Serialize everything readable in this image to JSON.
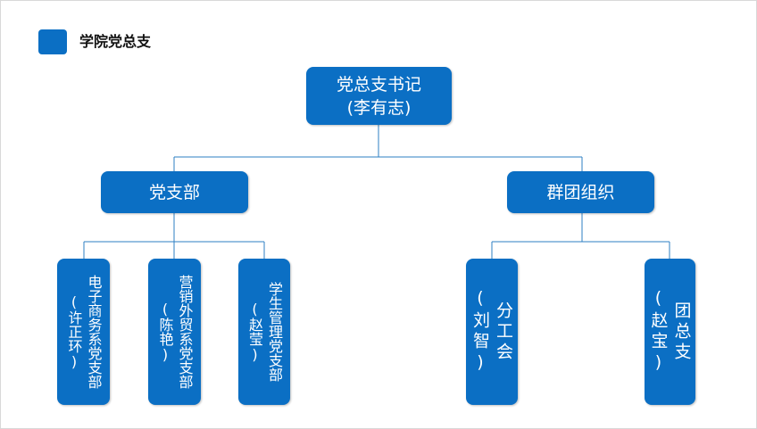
{
  "header": {
    "title": "学院党总支"
  },
  "root": {
    "line1": "党总支书记",
    "line2": "(李有志)"
  },
  "branches": [
    {
      "label": "党支部",
      "children": [
        {
          "name": "电子商务系党支部",
          "person": "(许正环)"
        },
        {
          "name": "营销外贸系党支部",
          "person": "(陈艳)"
        },
        {
          "name": "学生管理党支部",
          "person": "(赵莹)"
        }
      ]
    },
    {
      "label": "群团组织",
      "children": [
        {
          "name": "分工会",
          "person": "(刘智)"
        },
        {
          "name": "团总支",
          "person": "(赵宝)"
        }
      ]
    }
  ],
  "colors": {
    "node": "#0b6fc4",
    "connector": "#2e7fc3",
    "text": "#ffffff"
  }
}
